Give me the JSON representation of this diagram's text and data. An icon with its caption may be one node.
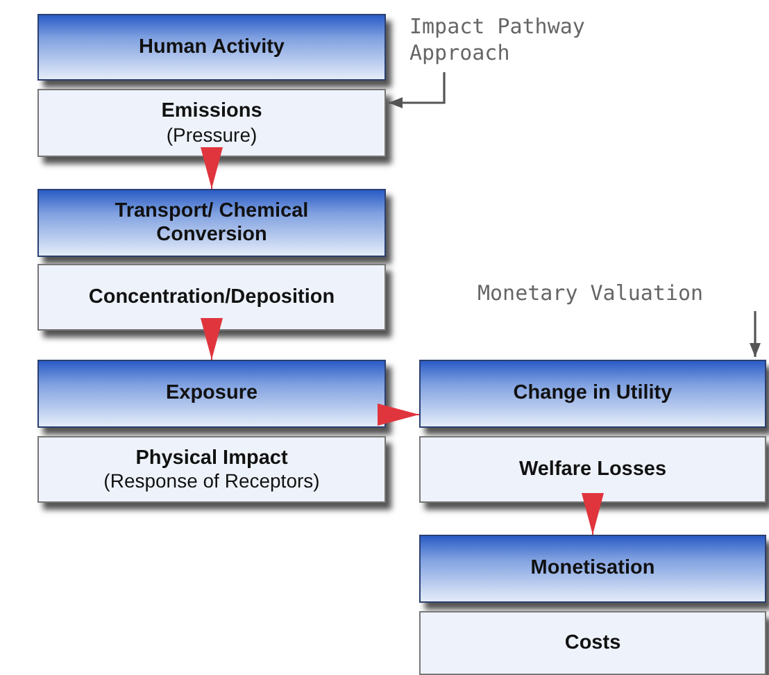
{
  "diagram": {
    "nodes": [
      {
        "text": [
          "Human Activity"
        ]
      },
      {
        "text": [
          "Emissions",
          "(Pressure)"
        ]
      },
      {
        "text": [
          "Transport/ Chemical Conversion"
        ]
      },
      {
        "text": [
          "Concentration/Deposition"
        ]
      },
      {
        "text": [
          "Exposure"
        ]
      },
      {
        "text": [
          "Physical Impact",
          "(Response of Receptors)"
        ]
      },
      {
        "text": [
          "Change in Utility"
        ]
      },
      {
        "text": [
          "Welfare Losses"
        ]
      },
      {
        "text": [
          "Monetisation"
        ]
      },
      {
        "text": [
          "Costs"
        ]
      },
      {
        "text": [
          "Impact Pathway Approach"
        ]
      },
      {
        "text": [
          "Monetary Valuation"
        ]
      }
    ],
    "edges": [
      {
        "from": 1,
        "to": 2,
        "arrow": "to"
      },
      {
        "from": 3,
        "to": 4,
        "arrow": "to"
      },
      {
        "from": 4,
        "to": 6,
        "arrow": "to"
      },
      {
        "from": 7,
        "to": 8,
        "arrow": "to"
      },
      {
        "from": 10,
        "to": 1,
        "arrow": "to",
        "color": "#555555"
      },
      {
        "from": 11,
        "to": 6,
        "arrow": "to",
        "color": "#555555"
      }
    ]
  }
}
